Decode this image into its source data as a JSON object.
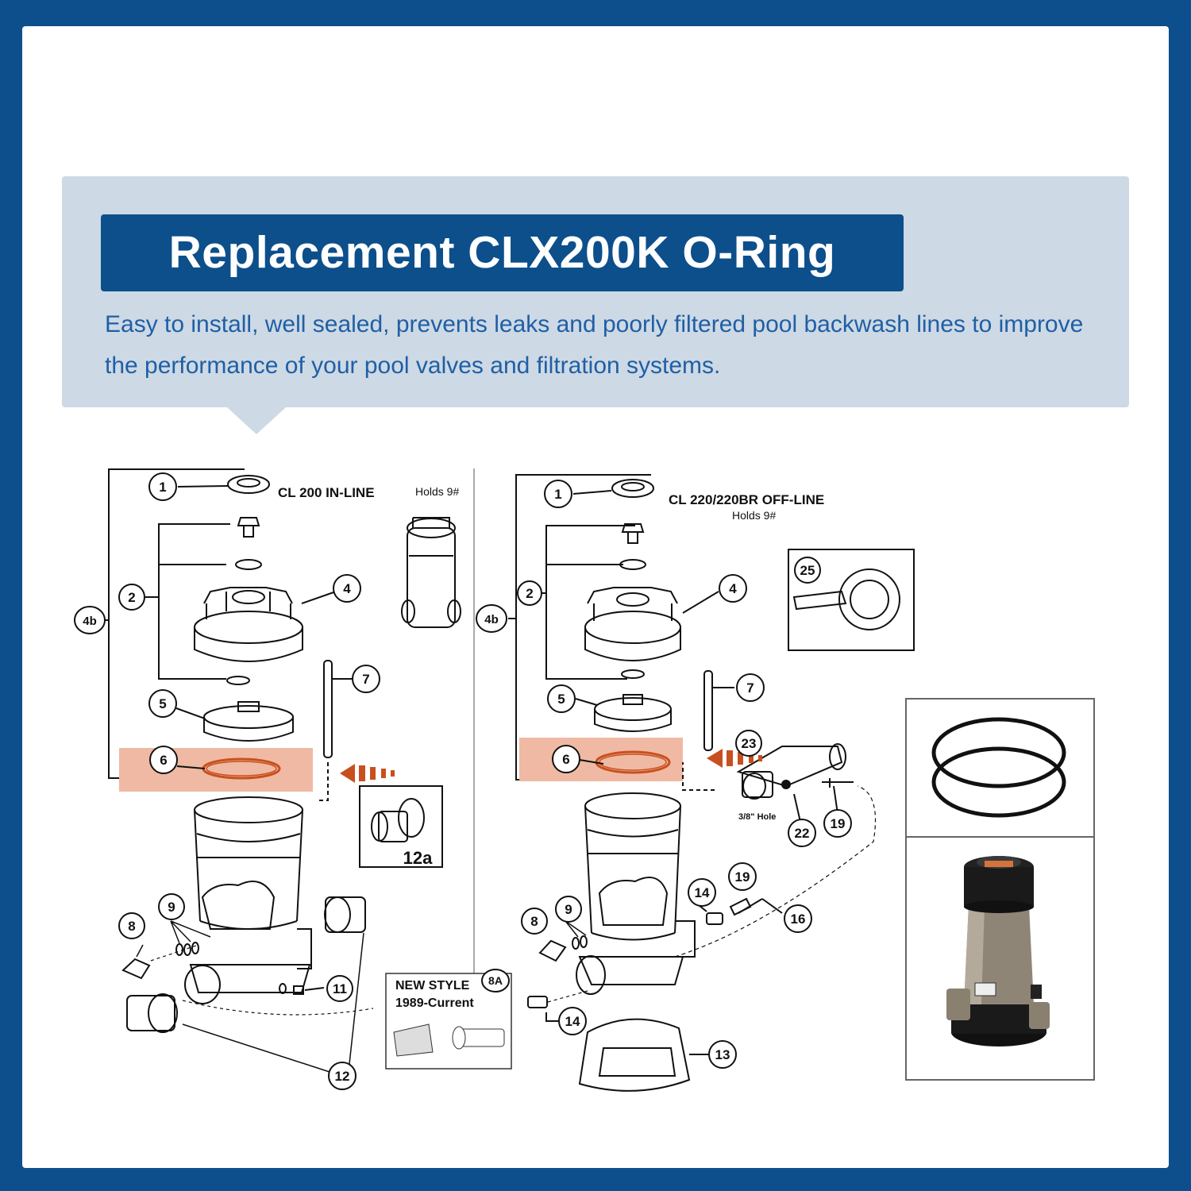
{
  "header": {
    "title": "Replacement CLX200K O-Ring",
    "subtitle": "Easy to install, well sealed, prevents leaks and poorly filtered pool backwash lines to improve the performance of your pool valves and filtration systems."
  },
  "diagram_left": {
    "model": "CL 200 IN-LINE",
    "capacity": "Holds 9#",
    "labels": [
      "1",
      "2",
      "4",
      "4b",
      "5",
      "6",
      "7",
      "8",
      "9",
      "11",
      "12",
      "12a"
    ],
    "new_style_title": "NEW STYLE",
    "new_style_years": "1989-Current",
    "new_style_part": "8A"
  },
  "diagram_right": {
    "model": "CL 220/220BR OFF-LINE",
    "capacity": "Holds 9#",
    "hole_note": "3/8\" Hole",
    "labels": [
      "1",
      "2",
      "4",
      "4b",
      "5",
      "6",
      "7",
      "13",
      "14",
      "16",
      "19",
      "22",
      "23",
      "25"
    ]
  },
  "colors": {
    "frame": "#0d4f8c",
    "title_bg": "#0c4f8b",
    "callout_bg": "#cdd9e4",
    "subtitle_text": "#1f5fa6",
    "highlight": "#f0b9a3",
    "arrow": "#c8501e"
  },
  "icons": {
    "o_ring_product": "o-ring-pair-icon",
    "chlorinator_product": "chlorinator-icon"
  }
}
